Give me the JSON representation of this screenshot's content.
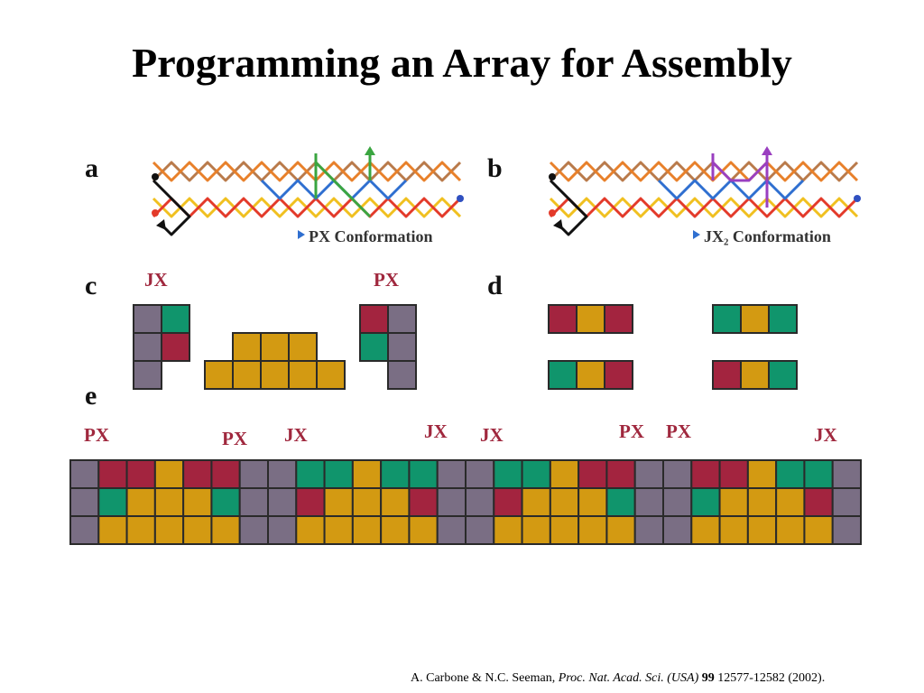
{
  "title": "Programming an Array for Assembly",
  "colors": {
    "purple": "#7a6e84",
    "red": "#a3243f",
    "green": "#10956c",
    "gold": "#d39a12",
    "border": "#2a2a2a",
    "label_red": "#a0283e"
  },
  "panels": {
    "a": {
      "letter": "a",
      "conformation": "PX Conformation"
    },
    "b": {
      "letter": "b",
      "conformation": "JX₂ Conformation"
    },
    "c": {
      "letter": "c",
      "label_left": "JX",
      "label_right": "PX",
      "left_block": [
        [
          "P",
          "G"
        ],
        [
          "P",
          "R"
        ],
        [
          "P",
          ""
        ]
      ],
      "right_block": [
        [
          "R",
          "P"
        ],
        [
          "G",
          "P"
        ],
        [
          "",
          "P"
        ]
      ]
    },
    "d": {
      "letter": "d",
      "tiles": [
        [
          "R",
          "Y",
          "R"
        ],
        [
          "G",
          "Y",
          "G"
        ],
        [
          "G",
          "Y",
          "R"
        ],
        [
          "R",
          "Y",
          "G"
        ]
      ]
    },
    "e": {
      "letter": "e",
      "labels": [
        "PX",
        "PX",
        "JX",
        "JX",
        "JX",
        "PX",
        "PX",
        "JX"
      ],
      "rows": [
        [
          "P",
          "R",
          "R",
          "Y",
          "R",
          "R",
          "P",
          "P",
          "G",
          "G",
          "Y",
          "G",
          "G",
          "P",
          "P",
          "G",
          "G",
          "Y",
          "R",
          "R",
          "P",
          "P",
          "R",
          "R",
          "Y",
          "G",
          "G",
          "P"
        ],
        [
          "P",
          "G",
          "Y",
          "Y",
          "Y",
          "G",
          "P",
          "P",
          "R",
          "Y",
          "Y",
          "Y",
          "R",
          "P",
          "P",
          "R",
          "Y",
          "Y",
          "Y",
          "G",
          "P",
          "P",
          "G",
          "Y",
          "Y",
          "Y",
          "R",
          "P"
        ],
        [
          "P",
          "Y",
          "Y",
          "Y",
          "Y",
          "Y",
          "P",
          "P",
          "Y",
          "Y",
          "Y",
          "Y",
          "Y",
          "P",
          "P",
          "Y",
          "Y",
          "Y",
          "Y",
          "Y",
          "P",
          "P",
          "Y",
          "Y",
          "Y",
          "Y",
          "Y",
          "P"
        ]
      ]
    }
  },
  "citation": {
    "authors": "A. Carbone & N.C. Seeman,",
    "journal": "Proc. Nat. Acad. Sci. (USA)",
    "volume": "99",
    "pages": "12577-12582 (2002)."
  }
}
